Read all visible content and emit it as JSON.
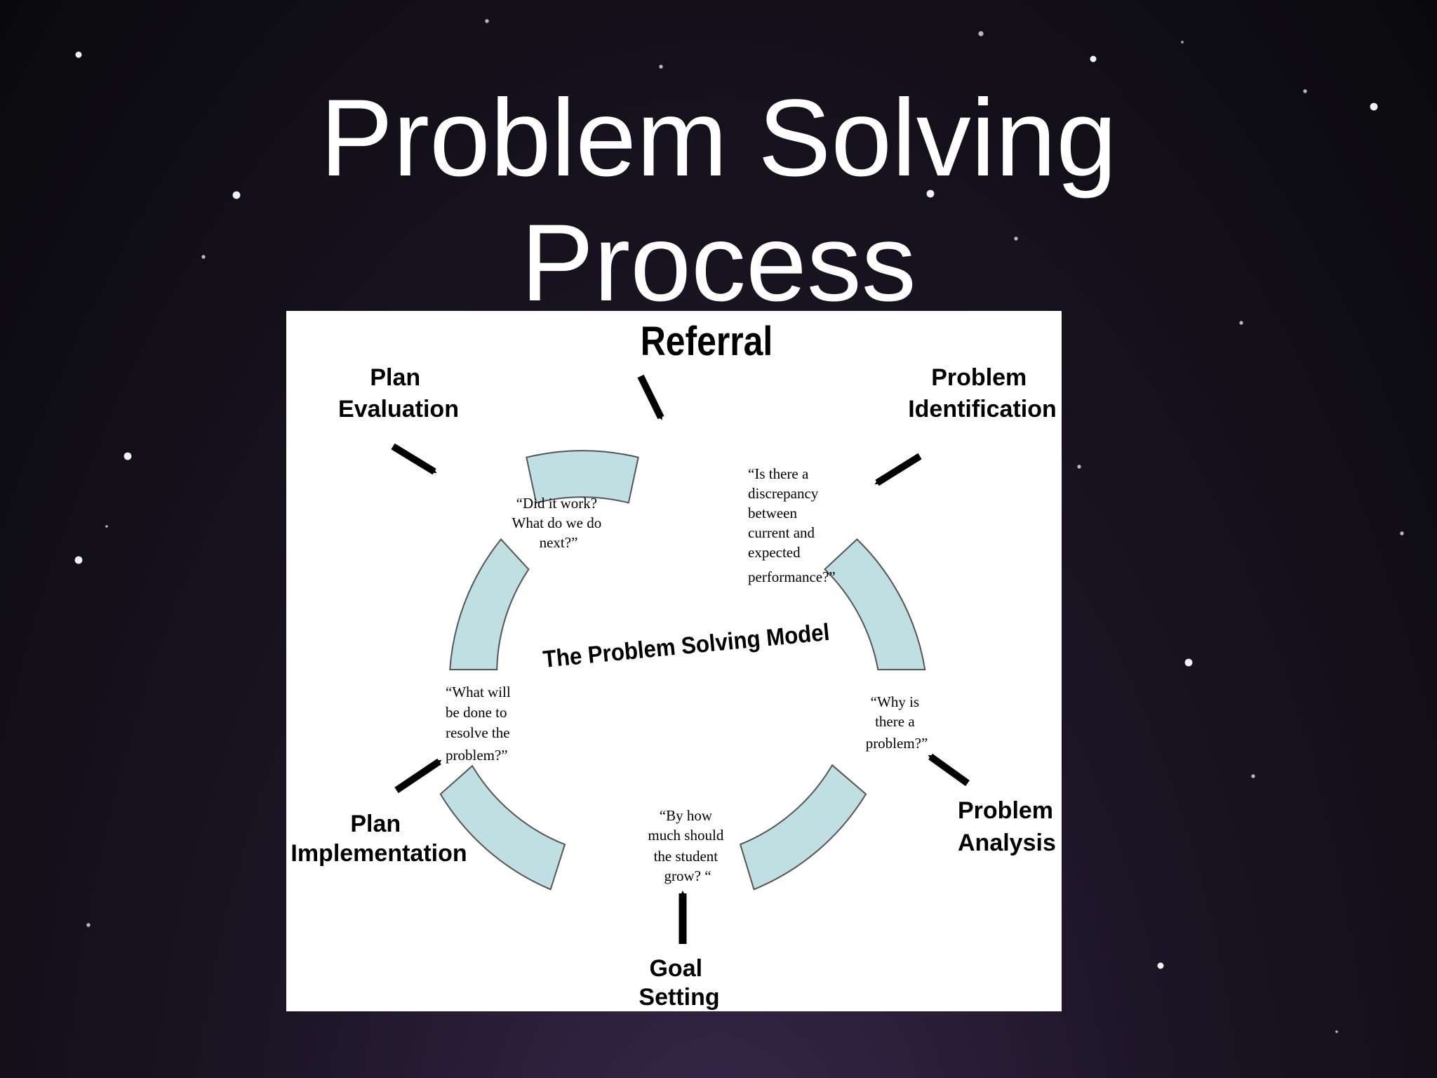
{
  "slide": {
    "title_line1": "Problem Solving",
    "title_line2": "Process"
  },
  "diagram": {
    "model_title": "The Problem Solving Model",
    "referral": "Referral",
    "stages": {
      "plan_evaluation": [
        "Plan",
        "Evaluation"
      ],
      "problem_identification": [
        "Problem",
        "Identification"
      ],
      "problem_analysis": [
        "Problem",
        "Analysis"
      ],
      "goal_setting": [
        "Goal",
        "Setting"
      ],
      "plan_implementation": [
        "Plan",
        "Implementation"
      ]
    },
    "questions": {
      "plan_evaluation": [
        "“Did it work?",
        "What do we do",
        "next?”"
      ],
      "problem_identification": [
        "“Is there a",
        "discrepancy",
        "between",
        "current and",
        "expected",
        "performance?”"
      ],
      "problem_analysis": [
        "“Why is",
        "there a",
        "problem?”"
      ],
      "goal_setting": [
        "“By how",
        "much should",
        "the student",
        "grow? “"
      ],
      "plan_implementation": [
        "“What will",
        "be done to",
        "resolve the",
        "problem?”"
      ]
    },
    "colors": {
      "segment_fill": "#bfdfe3",
      "segment_stroke": "#555555",
      "arrow": "#000000",
      "panel": "#ffffff"
    }
  }
}
